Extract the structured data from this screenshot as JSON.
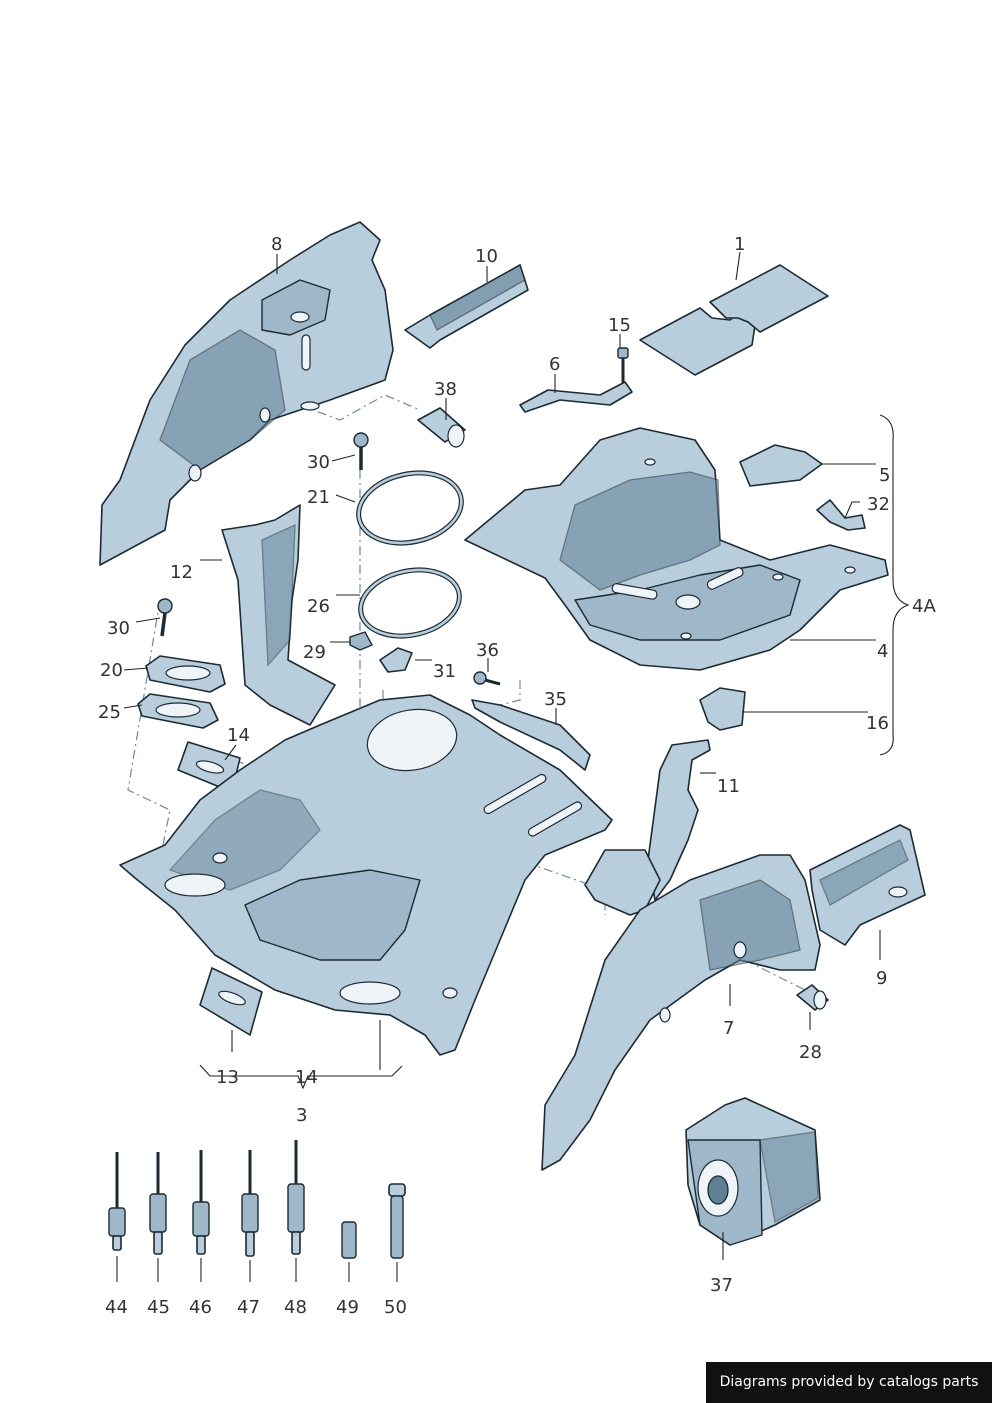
{
  "labels": {
    "l1": "1",
    "l3": "3",
    "l4": "4",
    "l4a": "4A",
    "l5": "5",
    "l6": "6",
    "l7": "7",
    "l8": "8",
    "l9": "9",
    "l10": "10",
    "l11": "11",
    "l12": "12",
    "l13": "13",
    "l14a": "14",
    "l14b": "14",
    "l15": "15",
    "l16": "16",
    "l20": "20",
    "l21": "21",
    "l25": "25",
    "l26": "26",
    "l28": "28",
    "l29": "29",
    "l30a": "30",
    "l30b": "30",
    "l31": "31",
    "l32": "32",
    "l35": "35",
    "l36": "36",
    "l37": "37",
    "l38": "38",
    "l44": "44",
    "l45": "45",
    "l46": "46",
    "l47": "47",
    "l48": "48",
    "l49": "49",
    "l50": "50"
  },
  "footer": {
    "text": "Diagrams provided by catalogs parts"
  },
  "colors": {
    "metal": "#b9cedc",
    "metal_shadow": "#5f7f95",
    "outline": "#1c2a33",
    "footer_bg": "#111111"
  }
}
